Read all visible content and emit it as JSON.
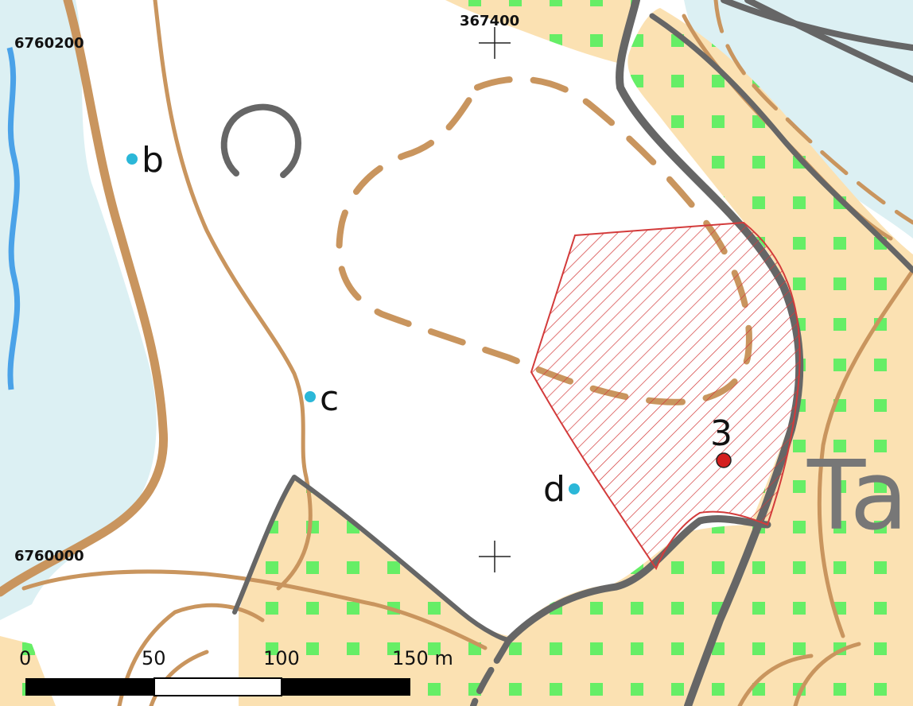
{
  "map": {
    "grid_labels": {
      "northing_top": "6760200",
      "northing_bottom": "6760000",
      "easting_top": "367400"
    },
    "points": [
      {
        "id": "b",
        "label": "b",
        "kind": "sample"
      },
      {
        "id": "c",
        "label": "c",
        "kind": "sample"
      },
      {
        "id": "d",
        "label": "d",
        "kind": "sample"
      },
      {
        "id": "3",
        "label": "3",
        "kind": "site"
      }
    ],
    "place_name_fragment": "Ta",
    "scale_bar": {
      "labels": [
        "0",
        "50",
        "100",
        "150 m"
      ]
    },
    "colors": {
      "water": "#dcf0f3",
      "stream": "#4aa2e8",
      "contour": "#c9955e",
      "road": "#666666",
      "forest_fill": "#fbe1b2",
      "forest_dots": "#66ee66",
      "hatch": "#d33b3b",
      "sample_point": "#2bb7d8",
      "site_point": "#d41f1f"
    }
  }
}
